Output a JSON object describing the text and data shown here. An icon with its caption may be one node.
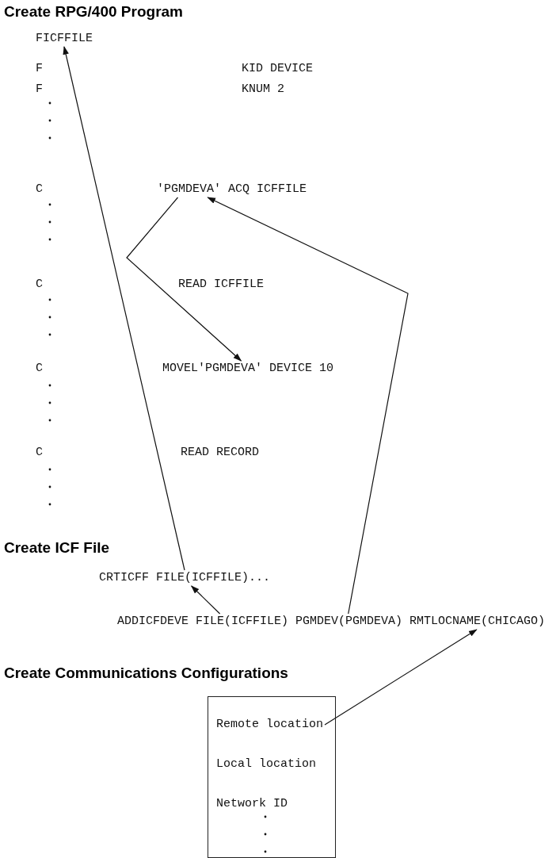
{
  "diagram": {
    "nodes": [
      {
        "text": [
          "FICFFILE"
        ]
      },
      {
        "text": [
          "'PGMDEVA' ACQ ICFFILE"
        ]
      },
      {
        "text": [
          "MOVEL'PGMDEVA' DEVICE 10"
        ]
      },
      {
        "text": [
          "CRTICFF FILE(ICFFILE)..."
        ]
      },
      {
        "text": [
          "ADDICFDEVE FILE(ICFFILE) PGMDEV(PGMDEVA) RMTLOCNAME(CHICAGO)"
        ]
      },
      {
        "text": [],
        "shape": "box"
      },
      {
        "text": [
          "Remote location"
        ],
        "in": 5
      },
      {
        "text": [
          "Local location"
        ],
        "in": 5
      },
      {
        "text": [
          "Network ID"
        ],
        "in": 5
      }
    ],
    "edges": [
      {
        "from": 3,
        "to": 0,
        "arrow": "to"
      },
      {
        "from": 4,
        "to": 3,
        "arrow": "to"
      },
      {
        "from": 4,
        "to": 1,
        "arrow": "to"
      },
      {
        "from": 1,
        "to": 2,
        "arrow": "to"
      },
      {
        "from": 6,
        "to": 4,
        "arrow": "to"
      }
    ],
    "labels": [
      "Create RPG/400 Program",
      "F",
      "KID DEVICE",
      "F",
      "KNUM 2",
      "C",
      "C",
      "READ ICFFILE",
      "C",
      "C",
      "READ RECORD",
      "Create ICF File",
      "Create Communications Configurations"
    ]
  }
}
